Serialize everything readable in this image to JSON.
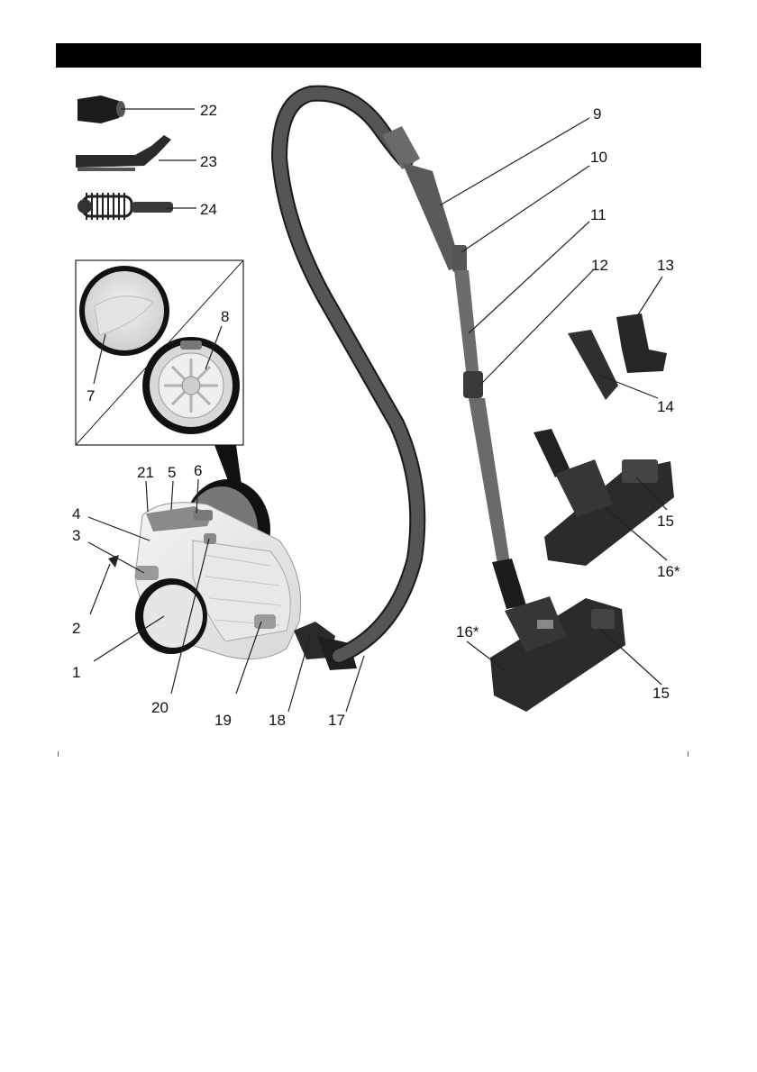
{
  "labels": {
    "l1": "1",
    "l2": "2",
    "l3": "3",
    "l4": "4",
    "l5": "5",
    "l6": "6",
    "l7": "7",
    "l8": "8",
    "l9": "9",
    "l10": "10",
    "l11": "11",
    "l12": "12",
    "l13": "13",
    "l14": "14",
    "l15a": "15",
    "l15b": "15",
    "l16a": "16*",
    "l16b": "16*",
    "l17": "17",
    "l18": "18",
    "l19": "19",
    "l20": "20",
    "l21": "21",
    "l22": "22",
    "l23": "23",
    "l24": "24"
  }
}
